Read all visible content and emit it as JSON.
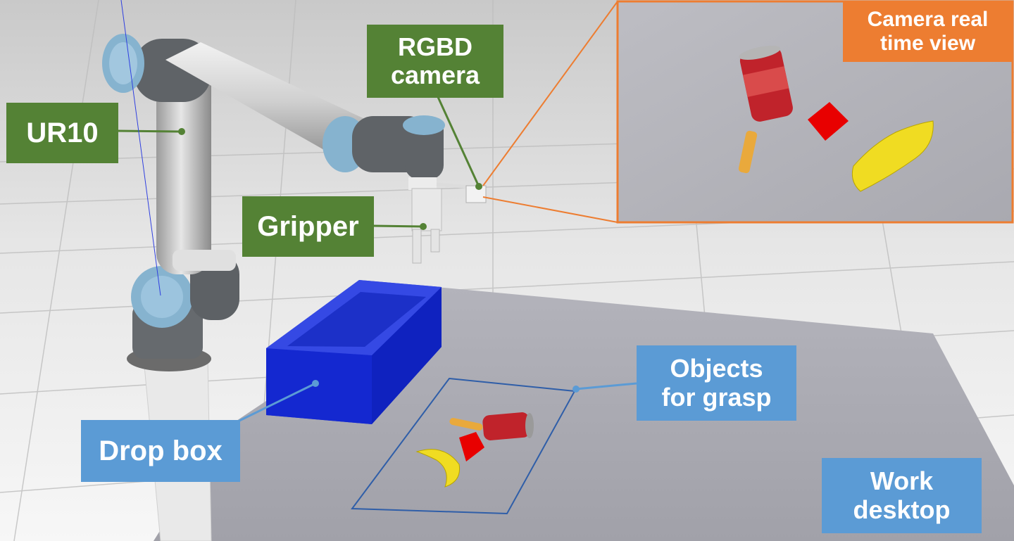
{
  "labels": {
    "ur10": "UR10",
    "rgbd_camera": [
      "RGBD",
      "camera"
    ],
    "gripper": "Gripper",
    "camera_view": [
      "Camera real",
      "time view"
    ],
    "objects": [
      "Objects",
      "for grasp"
    ],
    "drop_box": "Drop box",
    "work_desktop": [
      "Work",
      "desktop"
    ]
  },
  "colors": {
    "label_green": "#548235",
    "label_blue": "#5b9bd5",
    "label_orange": "#ed7d31",
    "drop_box": "#1a2fd8",
    "desktop": "#a9a9b1",
    "red_cube": "#e80000",
    "banana": "#f0dc22",
    "can": "#c0232b"
  }
}
